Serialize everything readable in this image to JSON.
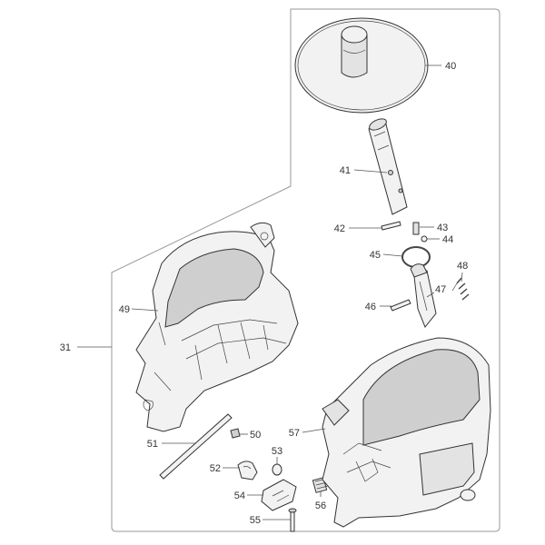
{
  "callouts": {
    "c31": "31",
    "c40": "40",
    "c41": "41",
    "c42": "42",
    "c43": "43",
    "c44": "44",
    "c45": "45",
    "c46": "46",
    "c47": "47",
    "c48": "48",
    "c49": "49",
    "c50": "50",
    "c51": "51",
    "c52": "52",
    "c53": "53",
    "c54": "54",
    "c55": "55",
    "c56": "56",
    "c57": "57"
  }
}
